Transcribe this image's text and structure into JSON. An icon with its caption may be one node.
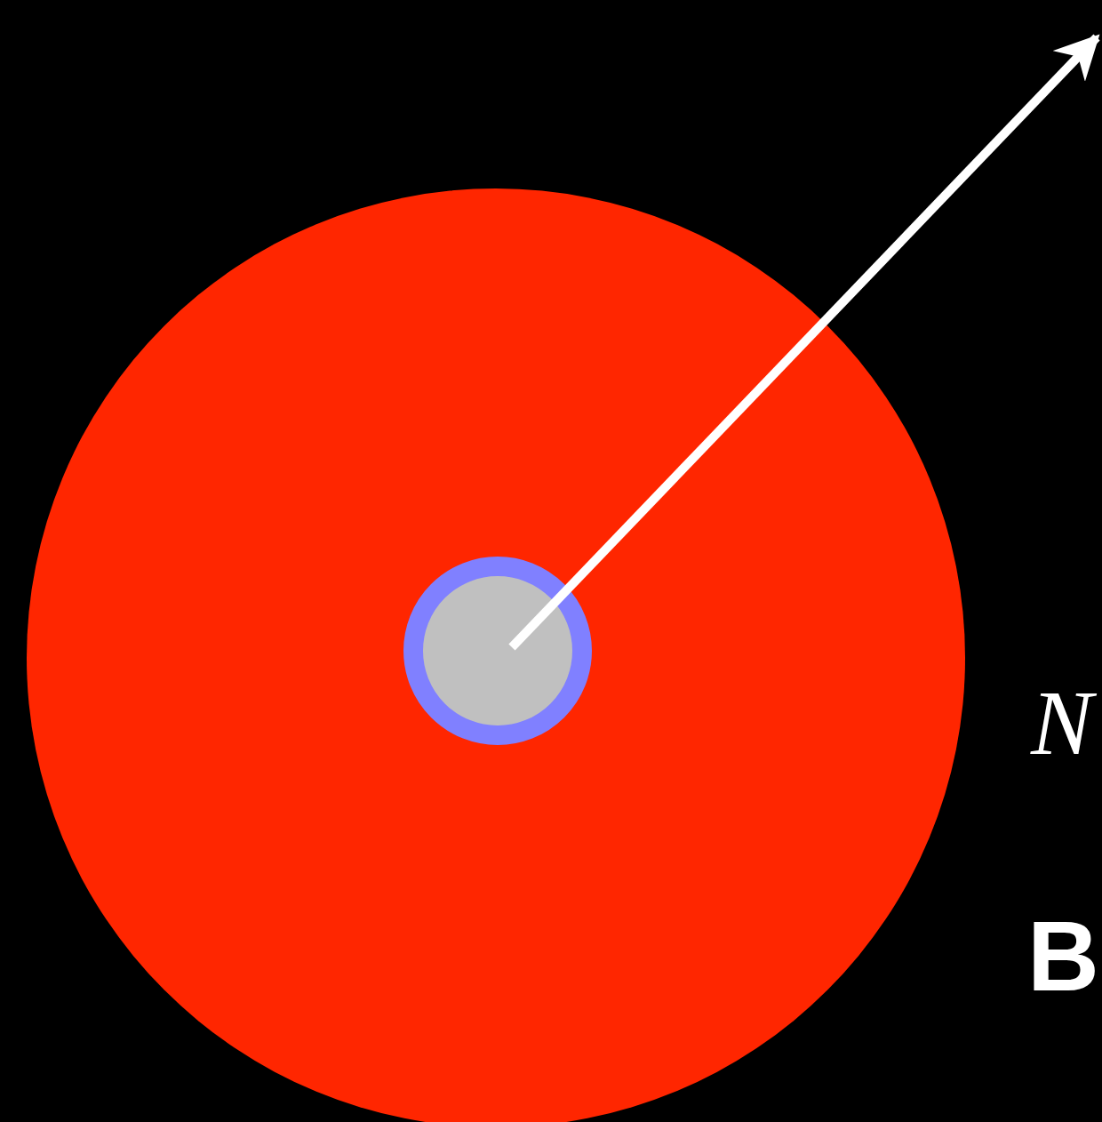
{
  "diagram": {
    "nodes": [
      {
        "text": [],
        "shape": "circle"
      },
      {
        "text": [],
        "shape": "circle",
        "in": 0
      }
    ],
    "labels": [
      "N",
      "B"
    ]
  }
}
